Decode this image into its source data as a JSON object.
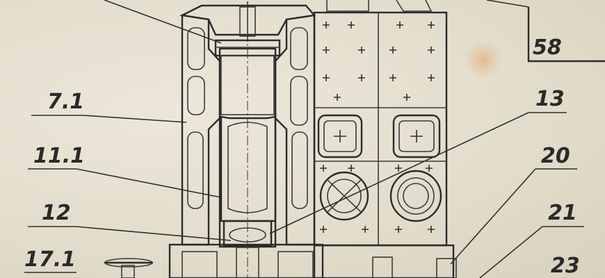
{
  "callouts": [
    {
      "id": "c71",
      "text": "7.1"
    },
    {
      "id": "c111",
      "text": "11.1"
    },
    {
      "id": "c12",
      "text": "12"
    },
    {
      "id": "c171",
      "text": "17.1"
    },
    {
      "id": "c13",
      "text": "13"
    },
    {
      "id": "c20",
      "text": "20"
    },
    {
      "id": "c21",
      "text": "21"
    },
    {
      "id": "c23",
      "text": "23"
    },
    {
      "id": "c58",
      "text": "58"
    }
  ],
  "colors": {
    "paper": "#e7e1d2",
    "ink": "#2b2b2b",
    "stain": "#e6b77f"
  }
}
